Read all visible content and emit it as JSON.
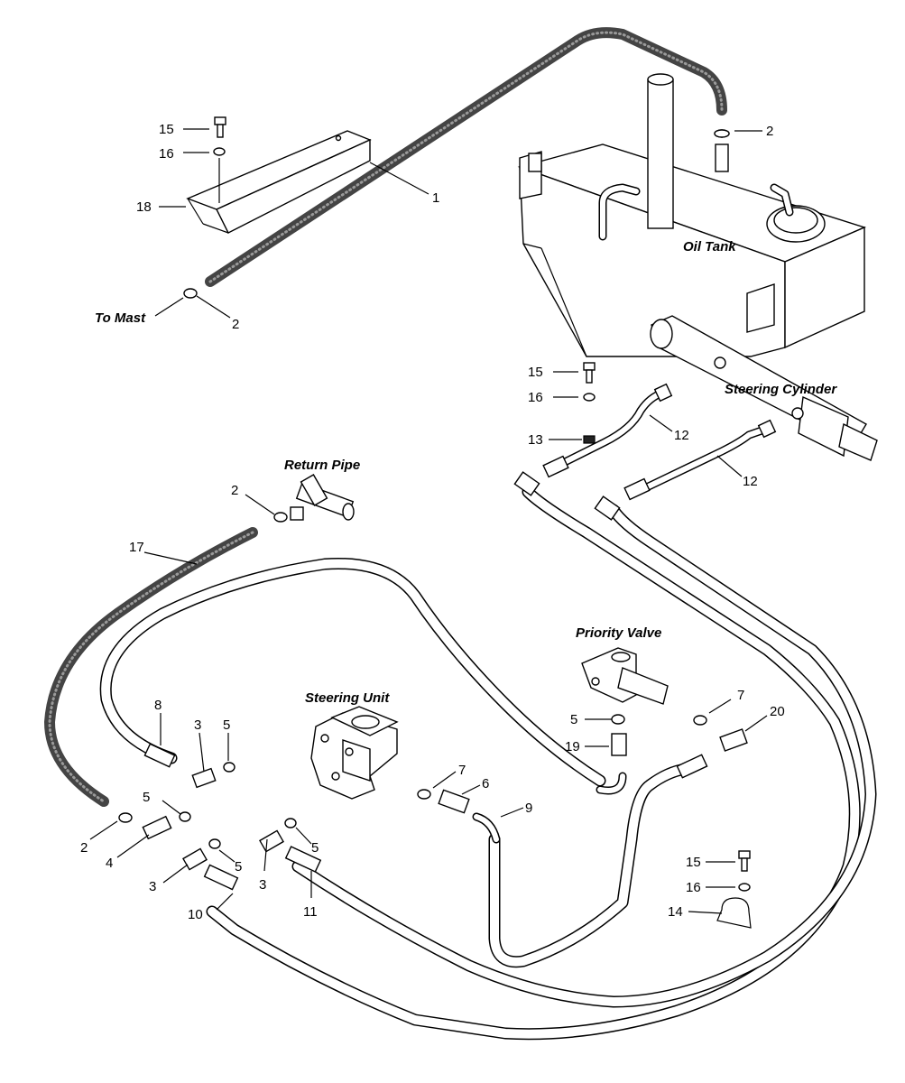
{
  "titles": {
    "oil_tank": "Oil Tank",
    "to_mast": "To Mast",
    "steering_cylinder": "Steering Cylinder",
    "return_pipe": "Return Pipe",
    "priority_valve": "Priority Valve",
    "steering_unit": "Steering Unit"
  },
  "callouts": {
    "c1": "1",
    "c2_tank": "2",
    "c2_mast": "2",
    "c2_return": "2",
    "c2_lower": "2",
    "c15_top": "15",
    "c16_top": "16",
    "c18": "18",
    "c15_mid": "15",
    "c16_mid": "16",
    "c13": "13",
    "c12_a": "12",
    "c12_b": "12",
    "c17": "17",
    "c8": "8",
    "c3_a": "3",
    "c5_a": "5",
    "c5_b": "5",
    "c4": "4",
    "c3_b": "3",
    "c5_c": "5",
    "c3_c": "3",
    "c5_d": "5",
    "c10": "10",
    "c11": "11",
    "c7_a": "7",
    "c6": "6",
    "c9": "9",
    "c5_e": "5",
    "c19": "19",
    "c7_b": "7",
    "c20": "20",
    "c15_low": "15",
    "c16_low": "16",
    "c14": "14"
  }
}
